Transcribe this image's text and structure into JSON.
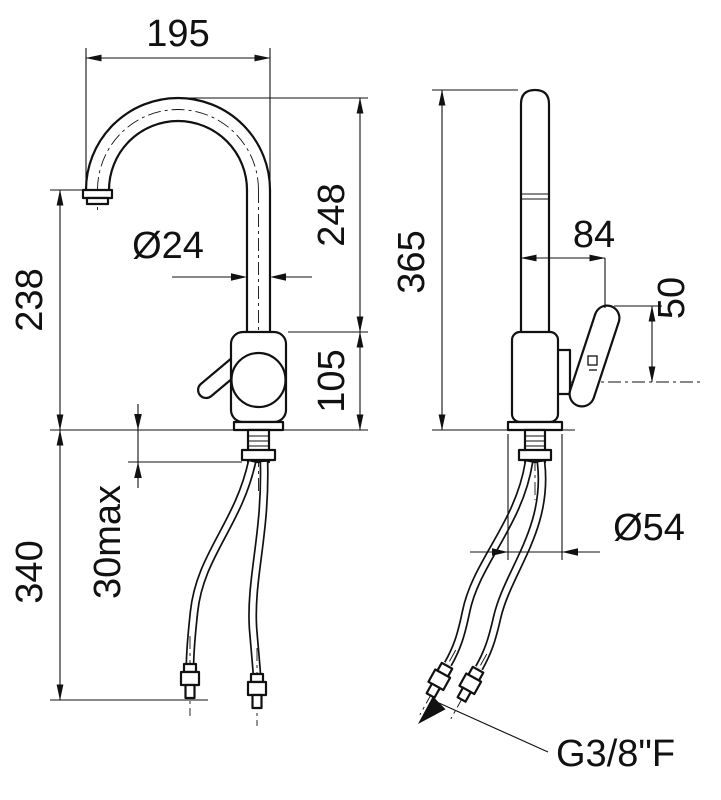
{
  "drawing": {
    "left_view": {
      "spout_reach": "195",
      "spout_tube_diameter": "Ø24",
      "height_body_to_top": "248",
      "outlet_height": "238",
      "body_height": "105",
      "max_deck_thickness": "30max",
      "hose_length_below_deck": "340"
    },
    "right_view": {
      "total_height": "365",
      "body_depth": "84",
      "handle_height": "50",
      "base_diameter": "Ø54",
      "hose_connection_thread": "G3/8\"F"
    }
  },
  "style": {
    "line_color": "#111111",
    "background": "#ffffff"
  }
}
